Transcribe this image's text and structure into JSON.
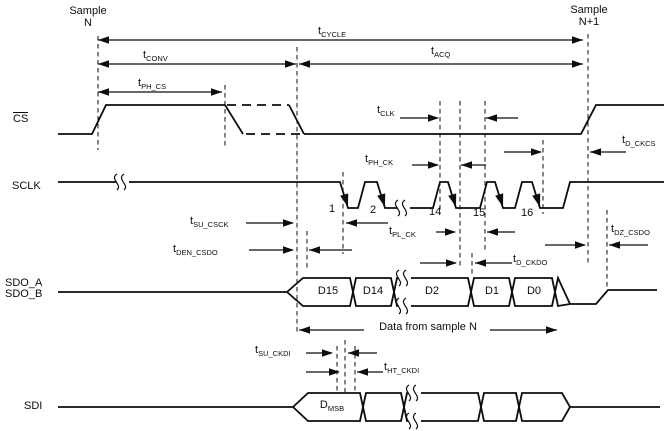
{
  "diagram": {
    "title_semantic": "ADC serial interface timing diagram",
    "colors": {
      "line": "#0d0d0d",
      "background": "#ffffff"
    },
    "samples": {
      "n": [
        "Sample",
        "N"
      ],
      "n_plus_1": [
        "Sample",
        "N+1"
      ]
    },
    "signals": {
      "cs": "CS",
      "sclk": "SCLK",
      "sdo_a": "SDO_A",
      "sdo_b": "SDO_B",
      "sdi": "SDI"
    },
    "timing_labels": {
      "t_cycle": {
        "base": "t",
        "sub": "CYCLE"
      },
      "t_conv": {
        "base": "t",
        "sub": "CONV"
      },
      "t_acq": {
        "base": "t",
        "sub": "ACQ"
      },
      "t_ph_cs": {
        "base": "t",
        "sub": "PH_CS"
      },
      "t_clk": {
        "base": "t",
        "sub": "CLK"
      },
      "t_ph_ck": {
        "base": "t",
        "sub": "PH_CK"
      },
      "t_pl_ck": {
        "base": "t",
        "sub": "PL_CK"
      },
      "t_d_ckcs": {
        "base": "t",
        "sub": "D_CKCS"
      },
      "t_su_csck": {
        "base": "t",
        "sub": "SU_CSCK"
      },
      "t_den_csdo": {
        "base": "t",
        "sub": "DEN_CSDO"
      },
      "t_d_ckdo": {
        "base": "t",
        "sub": "D_CKDO"
      },
      "t_dz_csdo": {
        "base": "t",
        "sub": "DZ_CSDO"
      },
      "t_su_ckdi": {
        "base": "t",
        "sub": "SU_CKDI"
      },
      "t_ht_ckdi": {
        "base": "t",
        "sub": "HT_CKDI"
      }
    },
    "clock_numbers": [
      "1",
      "2",
      "14",
      "15",
      "16"
    ],
    "sdo_cells": [
      "D15",
      "D14",
      "D2",
      "D1",
      "D0"
    ],
    "sdi_cell": {
      "base": "D",
      "sub": "MSB"
    },
    "annotation": "Data from sample N"
  }
}
